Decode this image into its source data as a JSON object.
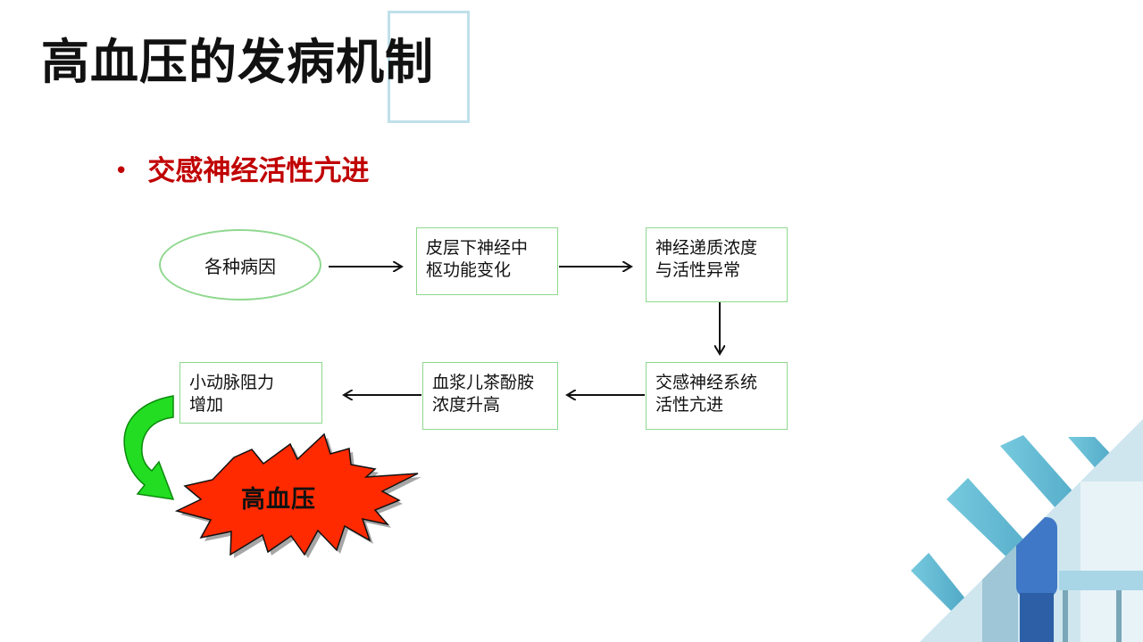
{
  "slide": {
    "title": "高血压的发病机制",
    "bullet": "交感神经活性亢进"
  },
  "flow": {
    "start": "各种病因",
    "box_cortex_line1": "皮层下神经中",
    "box_cortex_line2": "枢功能变化",
    "box_transmitter_line1": "神经递质浓度",
    "box_transmitter_line2": "与活性异常",
    "box_sympathetic_line1": "交感神经系统",
    "box_sympathetic_line2": "活性亢进",
    "box_plasma_line1": "血浆儿茶酚胺",
    "box_plasma_line2": "浓度升高",
    "box_arteriole_line1": "小动脉阻力",
    "box_arteriole_line2": "增加",
    "result": "高血压"
  },
  "colors": {
    "accent_red": "#c00000",
    "box_border": "#8fd88f",
    "starburst_fill": "#ff2a00",
    "curved_arrow_fill": "#22dd22",
    "title_frame": "#bfe0ea"
  }
}
